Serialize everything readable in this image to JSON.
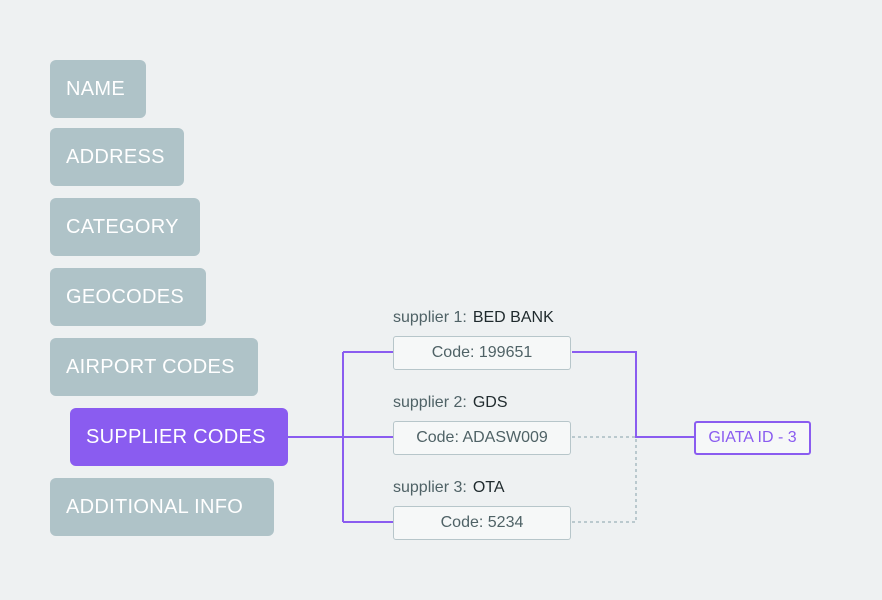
{
  "fields": [
    {
      "label": "NAME",
      "active": false
    },
    {
      "label": "ADDRESS",
      "active": false
    },
    {
      "label": "CATEGORY",
      "active": false
    },
    {
      "label": "GEOCODES",
      "active": false
    },
    {
      "label": "AIRPORT CODES",
      "active": false
    },
    {
      "label": "SUPPLIER CODES",
      "active": true
    },
    {
      "label": "ADDITIONAL INFO",
      "active": false
    }
  ],
  "suppliers": [
    {
      "label": "supplier 1:",
      "type": "BED BANK",
      "code": "Code: 199651",
      "linked": true
    },
    {
      "label": "supplier 2:",
      "type": "GDS",
      "code": "Code: ADASW009",
      "linked": false
    },
    {
      "label": "supplier 3:",
      "type": "OTA",
      "code": "Code: 5234",
      "linked": false
    }
  ],
  "result": {
    "label": "GIATA ID - 3"
  },
  "colors": {
    "accent": "#8a5cf0",
    "tag": "#afc3c8",
    "box_border": "#b7c6ca",
    "dashed_line": "#a9bcc1",
    "background": "#eef1f2"
  }
}
